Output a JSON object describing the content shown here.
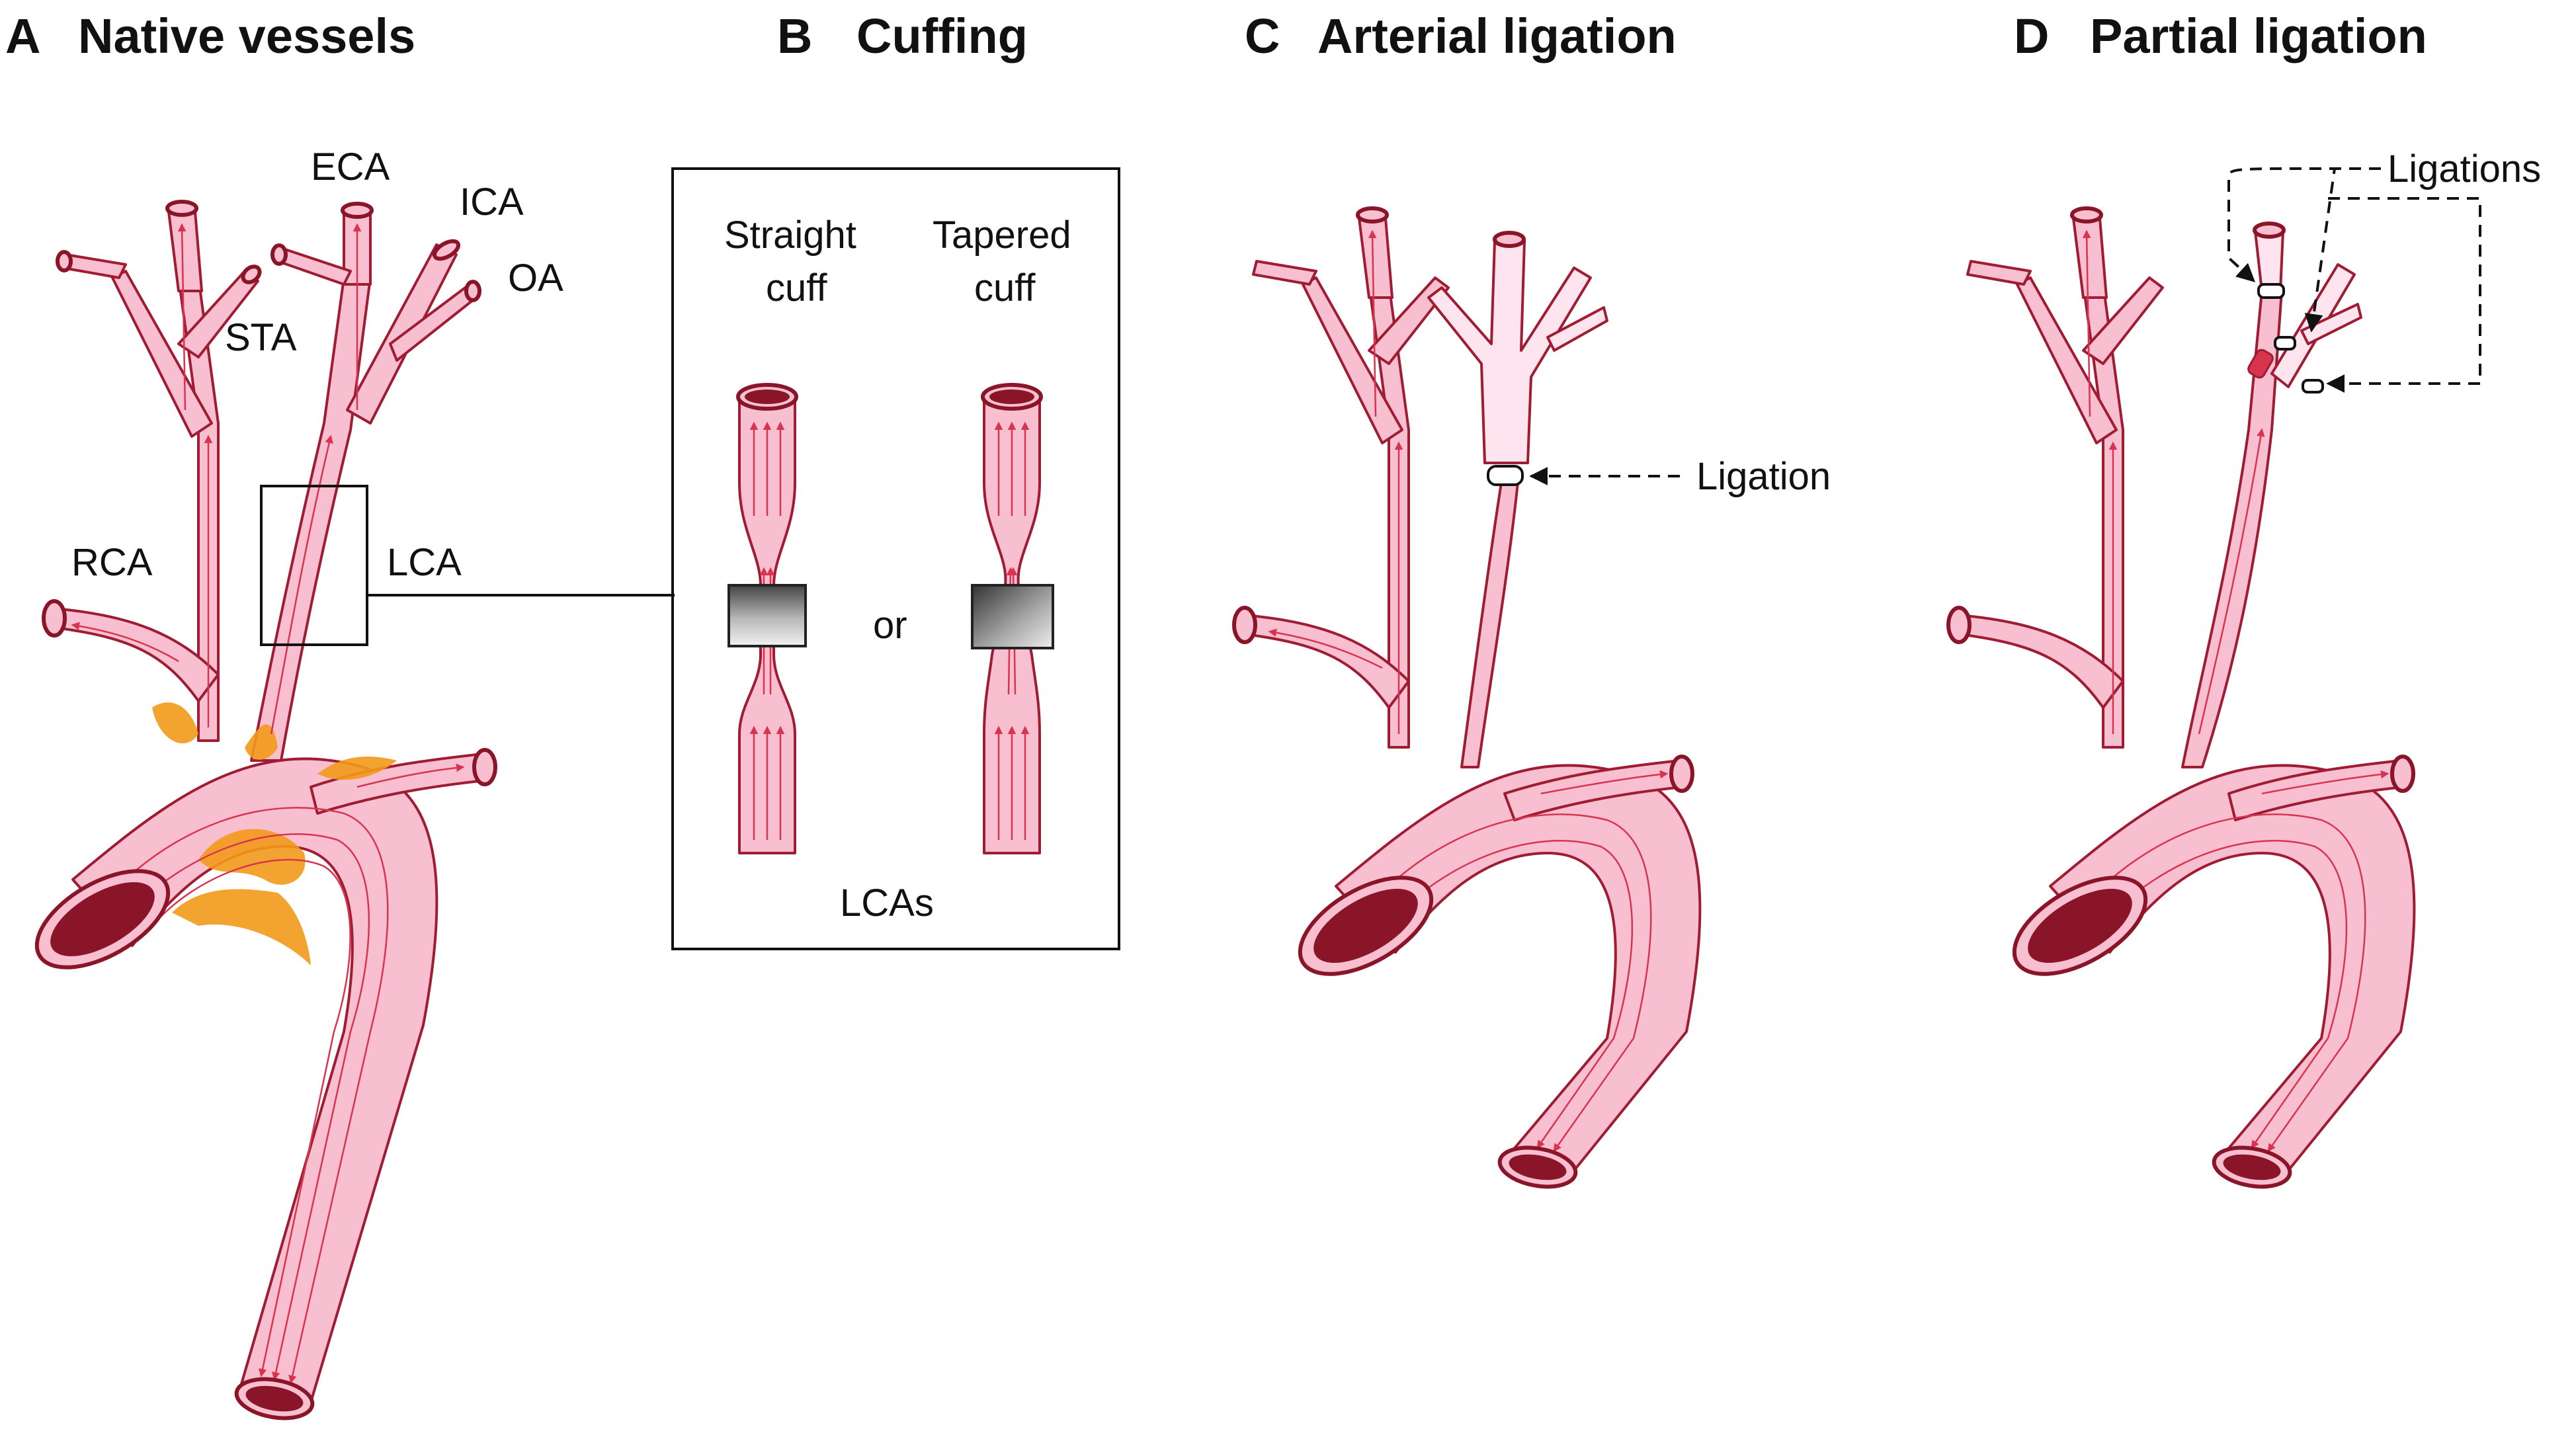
{
  "colors": {
    "vessel_fill": "#f7bfd0",
    "vessel_stroke": "#a01c32",
    "ligated_fill": "#fde4ee",
    "plaque": "#f29a1a",
    "lumen": "#8a1428",
    "flow_lines": "#d9344f",
    "cuff": "#7a7a7a"
  },
  "icons": [
    "vessel-tree-icon",
    "cuff-icon",
    "flow-arrow-icon",
    "ligation-knot-icon"
  ],
  "panels": {
    "a": {
      "letter": "A",
      "title": "Native vessels",
      "labels": {
        "eca": "ECA",
        "ica": "ICA",
        "oa": "OA",
        "sta": "STA",
        "rca": "RCA",
        "lca": "LCA"
      }
    },
    "b": {
      "letter": "B",
      "title": "Cuffing",
      "straight_1": "Straight",
      "straight_2": "cuff",
      "tapered_1": "Tapered",
      "tapered_2": "cuff",
      "or": "or",
      "footer": "LCAs"
    },
    "c": {
      "letter": "C",
      "title": "Arterial ligation",
      "ligation": "Ligation"
    },
    "d": {
      "letter": "D",
      "title": "Partial ligation",
      "ligations": "Ligations"
    }
  }
}
